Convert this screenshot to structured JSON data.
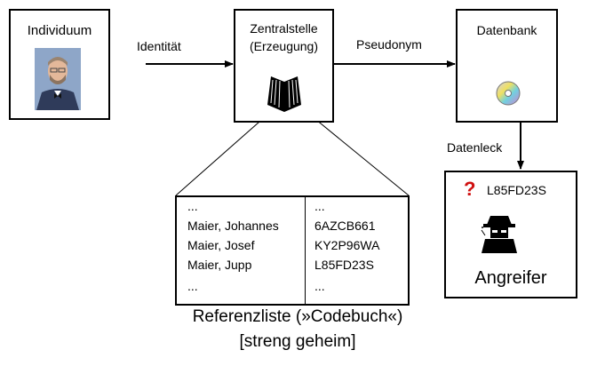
{
  "nodes": {
    "individuum": {
      "label": "Individuum"
    },
    "zentralstelle": {
      "label_line1": "Zentralstelle",
      "label_line2": "(Erzeugung)"
    },
    "datenbank": {
      "label": "Datenbank"
    },
    "angreifer": {
      "pseudonym": "L85FD23S",
      "label": "Angreifer"
    }
  },
  "edges": {
    "identitaet": "Identität",
    "pseudonym": "Pseudonym",
    "datenleck": "Datenleck"
  },
  "referenzliste": {
    "names": [
      "...",
      "Maier, Johannes",
      "Maier, Josef",
      "Maier, Jupp",
      "..."
    ],
    "codes": [
      "...",
      "6AZCB661",
      "KY2P96WA",
      "L85FD23S",
      "..."
    ],
    "caption_line1": "Referenzliste (»Codebuch«)",
    "caption_line2": "[streng geheim]"
  },
  "icons": {
    "individuum": "person-photo-icon",
    "zentralstelle": "book-icon",
    "datenbank": "cd-disc-icon",
    "angreifer_question": "question-mark-icon",
    "angreifer_spy": "spy-icon"
  }
}
